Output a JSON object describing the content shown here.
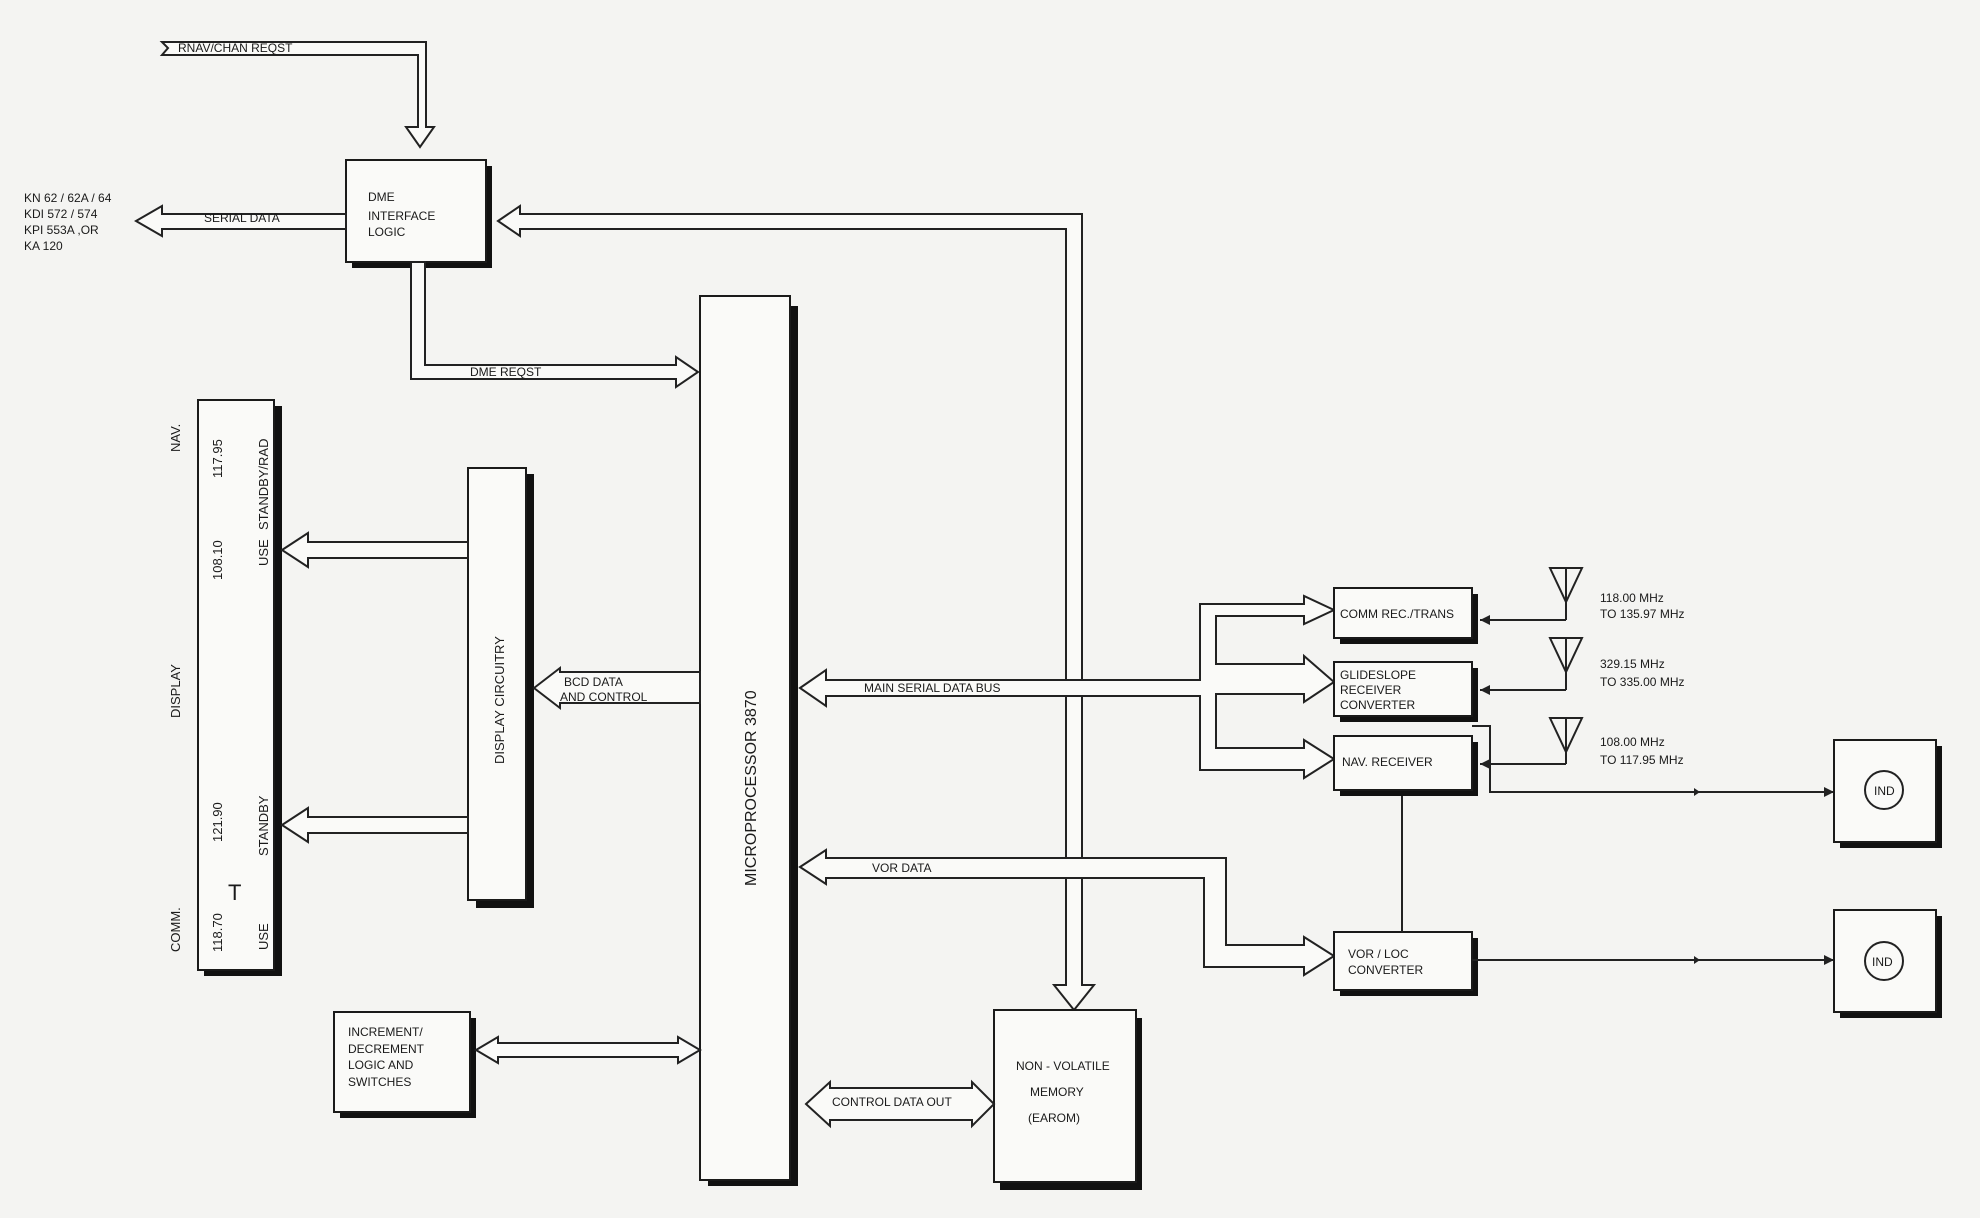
{
  "inputs": {
    "rnav_chan_reqst": "RNAV/CHAN REQST"
  },
  "dme_interface": {
    "line1": "DME",
    "line2": "INTERFACE",
    "line3": "LOGIC"
  },
  "external_dme": [
    "KN 62 / 62A / 64",
    "KDI 572 / 574",
    "KPI 553A ,OR",
    "KA 120"
  ],
  "signals": {
    "serial_data": "SERIAL DATA",
    "dme_reqst": "DME REQST",
    "bcd_line1": "BCD DATA",
    "bcd_line2": "AND CONTROL",
    "main_serial_bus": "MAIN SERIAL DATA BUS",
    "vor_data": "VOR DATA",
    "control_data_out": "CONTROL DATA OUT"
  },
  "microprocessor": "MICROPROCESSOR 3870",
  "display_circuitry": "DISPLAY CIRCUITRY",
  "display_panel": {
    "display": "DISPLAY",
    "nav": "NAV.",
    "comm": "COMM.",
    "nav_use_freq": "108.10",
    "nav_standby_freq": "117.95",
    "nav_use": "USE",
    "nav_standby": "STANDBY/RAD",
    "comm_use_freq": "118.70",
    "comm_standby_freq": "121.90",
    "comm_use": "USE",
    "comm_standby": "STANDBY",
    "t_symbol": "T"
  },
  "increment": {
    "line1": "INCREMENT/",
    "line2": "DECREMENT",
    "line3": "LOGIC AND",
    "line4": "SWITCHES"
  },
  "memory": {
    "line1": "NON - VOLATILE",
    "line2": "MEMORY",
    "line3": "(EAROM)"
  },
  "comm_rec": "COMM REC./TRANS",
  "glideslope": {
    "line1": "GLIDESLOPE",
    "line2": "RECEIVER",
    "line3": "CONVERTER"
  },
  "nav_receiver": "NAV. RECEIVER",
  "vor_loc": {
    "line1": "VOR / LOC",
    "line2": "CONVERTER"
  },
  "frequencies": {
    "comm_1": "118.00 MHz",
    "comm_2": "TO 135.97 MHz",
    "gs_1": "329.15 MHz",
    "gs_2": "TO 335.00 MHz",
    "nav_1": "108.00 MHz",
    "nav_2": "TO 117.95 MHz"
  },
  "indicators": {
    "ind_1": "IND",
    "ind_2": "IND"
  }
}
